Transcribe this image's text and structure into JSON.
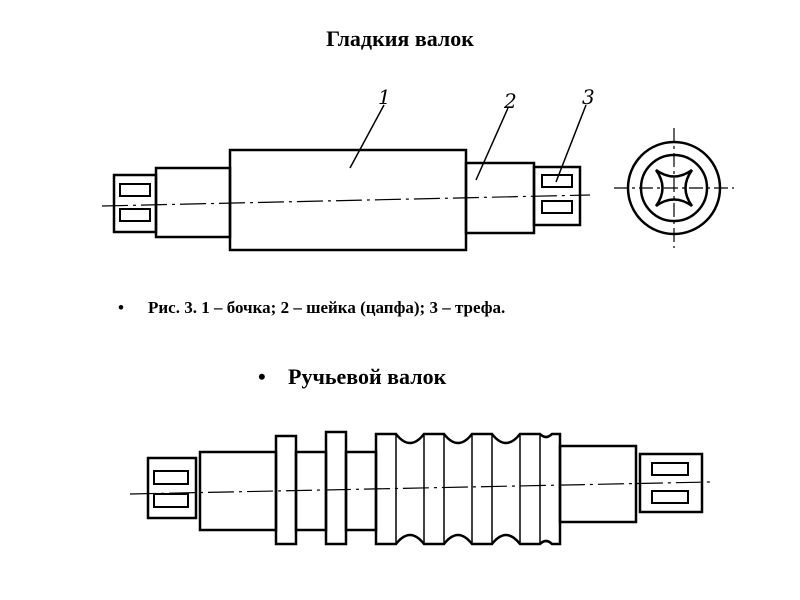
{
  "title": "Гладкия валок",
  "caption": {
    "bullet": "•",
    "text": "Рис. 3. 1 – бочка; 2 – шейка (цапфа); 3 – трефа."
  },
  "subtitle": {
    "bullet": "•",
    "text": "Ручьевой валок"
  },
  "labels": {
    "part1": "1",
    "part2": "2",
    "part3": "3"
  }
}
